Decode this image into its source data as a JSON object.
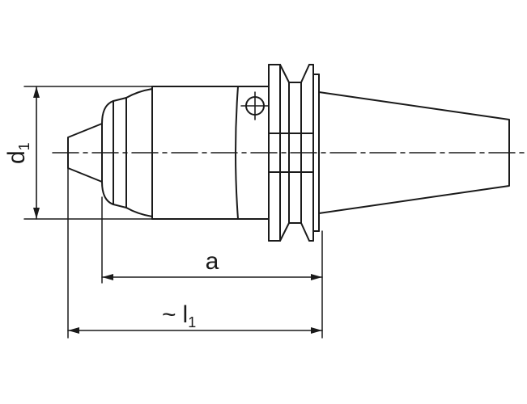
{
  "drawing": {
    "stroke_color": "#1a1a1a",
    "background": "#ffffff",
    "dimensions": {
      "d1": {
        "symbol": "d",
        "subscript": "1"
      },
      "a": {
        "symbol": "a"
      },
      "l1": {
        "prefix": "~",
        "symbol": "l",
        "subscript": "1"
      }
    }
  }
}
